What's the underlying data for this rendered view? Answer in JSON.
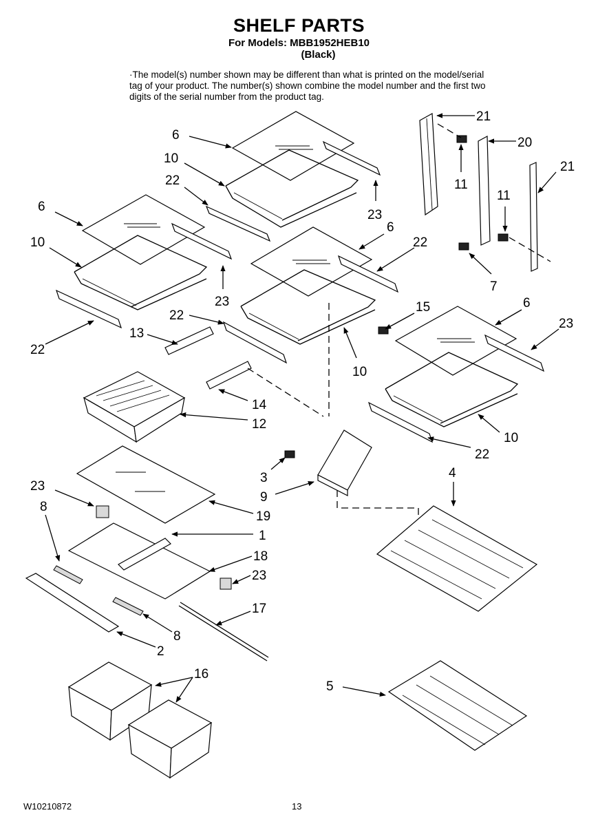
{
  "header": {
    "title": "SHELF PARTS",
    "models_line": "For Models: MBB1952HEB10",
    "color_line": "(Black)",
    "note": "·The model(s) number shown may be different than what is printed on the model/serial tag of your product. The number(s) shown combine the model number and the first two digits of the serial number from the product tag."
  },
  "callouts": [
    "6",
    "10",
    "22",
    "6",
    "10",
    "23",
    "22",
    "13",
    "22",
    "23",
    "6",
    "10",
    "22",
    "14",
    "12",
    "15",
    "6",
    "23",
    "10",
    "22",
    "21",
    "20",
    "11",
    "11",
    "21",
    "7",
    "3",
    "9",
    "4",
    "23",
    "8",
    "19",
    "1",
    "18",
    "23",
    "17",
    "8",
    "2",
    "16",
    "5"
  ],
  "footer": {
    "doc_number": "W10210872",
    "page_number": "13"
  }
}
